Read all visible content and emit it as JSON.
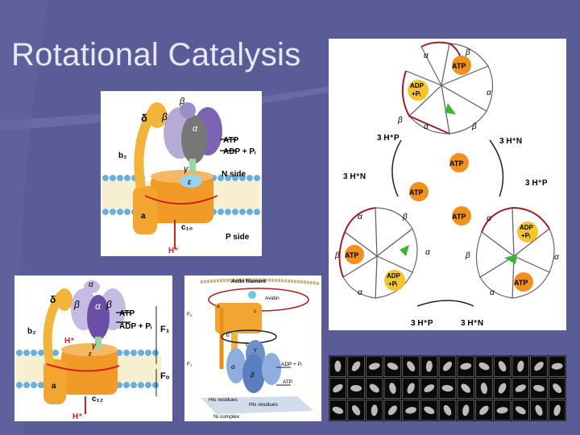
{
  "slide": {
    "title": "Rotational Catalysis"
  },
  "panel_f1fo_top": {
    "delta": "δ",
    "alpha": "α",
    "beta": "β",
    "gamma": "γ",
    "epsilon": "ε",
    "b2": "b₂",
    "a": "a",
    "atp": "ATP",
    "adp_pi": "ADP + Pᵢ",
    "n_side": "N side",
    "c10": "c₁₀",
    "p_side": "P side",
    "h_plus": "H⁺"
  },
  "panel_f1fo_bottom": {
    "delta": "δ",
    "alpha": "α",
    "beta": "β",
    "gamma": "γ",
    "epsilon": "ε",
    "b2": "b₂",
    "a": "a",
    "atp": "ATP",
    "adp_pi": "ADP + Pᵢ",
    "f1": "F₁",
    "fo": "Fₒ",
    "c12": "c₁₂",
    "h_plus_top": "H⁺",
    "h_plus_bottom": "H⁺"
  },
  "panel_actin": {
    "actin_filament": "Actin filament",
    "avidin": "Avidin",
    "fo": "Fₒ",
    "f1": "F₁",
    "a": "a",
    "c": "c",
    "b": "b",
    "gamma": "γ",
    "epsilon": "ε",
    "alpha": "α",
    "beta": "β",
    "adp_pi": "ADP + Pᵢ",
    "atp": "ATP",
    "his_left": "His residues",
    "his_right": "His residues",
    "ni_complex": "Ni complex"
  },
  "panel_cycle": {
    "atp": "ATP",
    "adp": "ADP",
    "pi": "+Pᵢ",
    "alpha": "α",
    "beta": "β",
    "h_p": "3 H⁺P",
    "h_n": "3 H⁺N"
  },
  "colors": {
    "background": "#5a5c97",
    "atp_ball": "#f0901e",
    "adp_ball": "#f5c52c",
    "arrow_green": "#3cb43c",
    "outline_red": "#a01e28"
  }
}
